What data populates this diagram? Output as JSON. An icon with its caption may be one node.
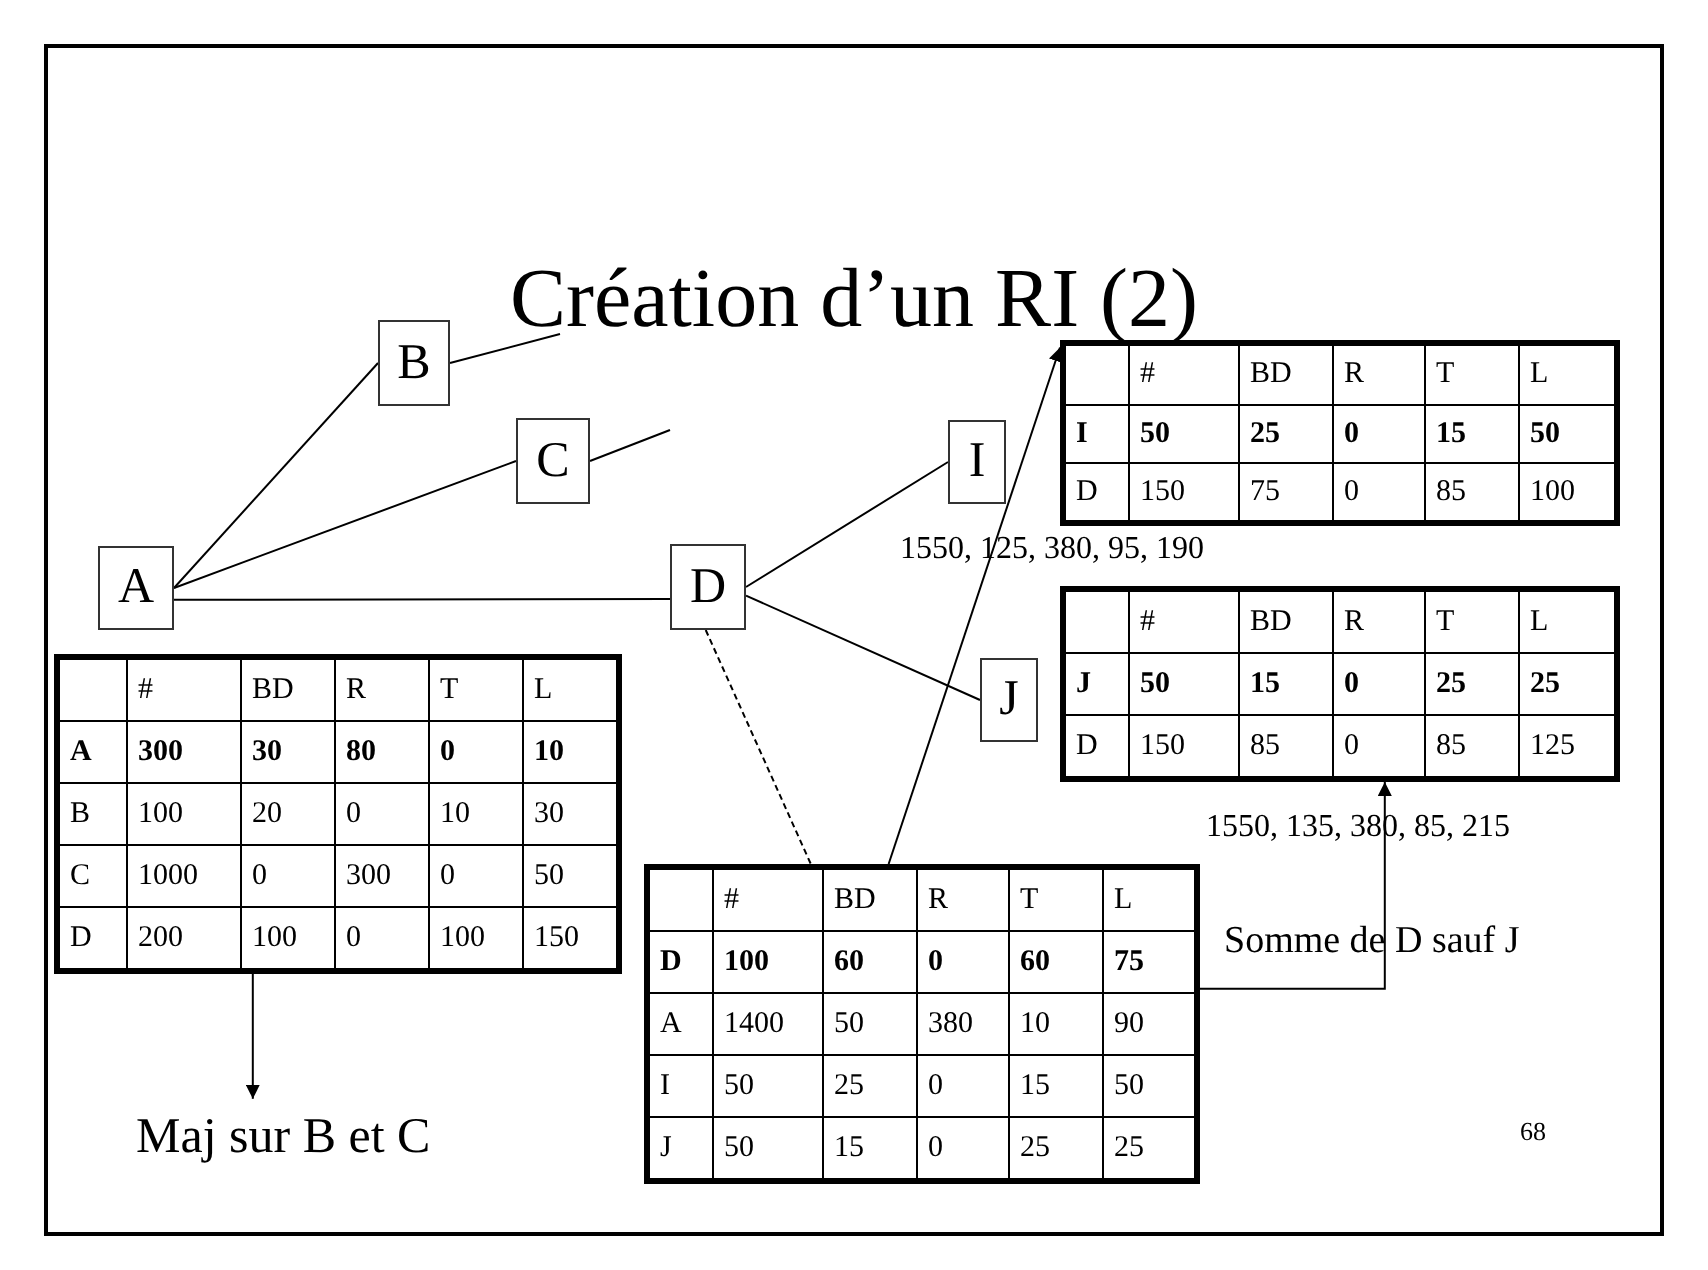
{
  "diagram": {
    "title": "Création d’un RI (2)",
    "nodes": [
      {
        "text": [
          "A"
        ]
      },
      {
        "text": [
          "B"
        ]
      },
      {
        "text": [
          "C"
        ]
      },
      {
        "text": [
          "D"
        ]
      },
      {
        "text": [
          "I"
        ]
      },
      {
        "text": [
          "J"
        ]
      },
      {
        "text": [
          "#",
          "BD",
          "R",
          "T",
          "L",
          "A",
          "300",
          "30",
          "80",
          "0",
          "10",
          "B",
          "100",
          "20",
          "0",
          "10",
          "30",
          "C",
          "1000",
          "0",
          "300",
          "0",
          "50",
          "D",
          "200",
          "100",
          "0",
          "100",
          "150"
        ]
      },
      {
        "text": [
          "#",
          "BD",
          "R",
          "T",
          "L",
          "D",
          "100",
          "60",
          "0",
          "60",
          "75",
          "A",
          "1400",
          "50",
          "380",
          "10",
          "90",
          "I",
          "50",
          "25",
          "0",
          "15",
          "50",
          "J",
          "50",
          "15",
          "0",
          "25",
          "25"
        ]
      },
      {
        "text": [
          "#",
          "BD",
          "R",
          "T",
          "L",
          "I",
          "50",
          "25",
          "0",
          "15",
          "50",
          "D",
          "150",
          "75",
          "0",
          "85",
          "100"
        ]
      },
      {
        "text": [
          "#",
          "BD",
          "R",
          "T",
          "L",
          "J",
          "50",
          "15",
          "0",
          "25",
          "25",
          "D",
          "150",
          "85",
          "0",
          "85",
          "125"
        ]
      },
      {
        "text": [
          "Maj sur B et C"
        ]
      }
    ],
    "edges": [
      {
        "from": 0,
        "to": 1,
        "arrow": "none"
      },
      {
        "from": 0,
        "to": 2,
        "arrow": "none"
      },
      {
        "from": 0,
        "to": 3,
        "arrow": "none"
      },
      {
        "from": 1,
        "to": null,
        "arrow": "none"
      },
      {
        "from": 2,
        "to": null,
        "arrow": "none"
      },
      {
        "from": 3,
        "to": 4,
        "arrow": "none"
      },
      {
        "from": 3,
        "to": 5,
        "arrow": "none"
      },
      {
        "from": 3,
        "to": 7,
        "arrow": "none",
        "style": "dashed"
      },
      {
        "from": 7,
        "to": 8,
        "arrow": "to"
      },
      {
        "from": 7,
        "to": 9,
        "arrow": "to"
      },
      {
        "from": 6,
        "to": 10,
        "arrow": "to"
      }
    ],
    "labels": [
      "1550, 125, 380, 95, 190",
      "1550, 135, 380, 85, 215",
      "Somme de D sauf J",
      "68"
    ]
  }
}
